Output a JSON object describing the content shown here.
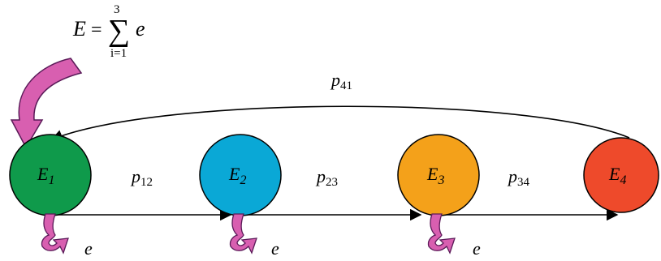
{
  "formula": {
    "lhs": "E",
    "equals": "=",
    "sum": "∑",
    "upper": "3",
    "lower": "i=1",
    "term": "e"
  },
  "nodes": [
    {
      "sym": "E",
      "sub": "1",
      "color": "#0f9a4b"
    },
    {
      "sym": "E",
      "sub": "2",
      "color": "#0aa8d6"
    },
    {
      "sym": "E",
      "sub": "3",
      "color": "#f4a11a"
    },
    {
      "sym": "E",
      "sub": "4",
      "color": "#ee4a2b"
    }
  ],
  "edges": [
    {
      "sym": "p",
      "sub": "12"
    },
    {
      "sym": "p",
      "sub": "23"
    },
    {
      "sym": "p",
      "sub": "34"
    },
    {
      "sym": "p",
      "sub": "41"
    }
  ],
  "emission_label": "e",
  "colors": {
    "arrow_fill": "#d85fb0",
    "arrow_stroke": "#5a1a58"
  }
}
